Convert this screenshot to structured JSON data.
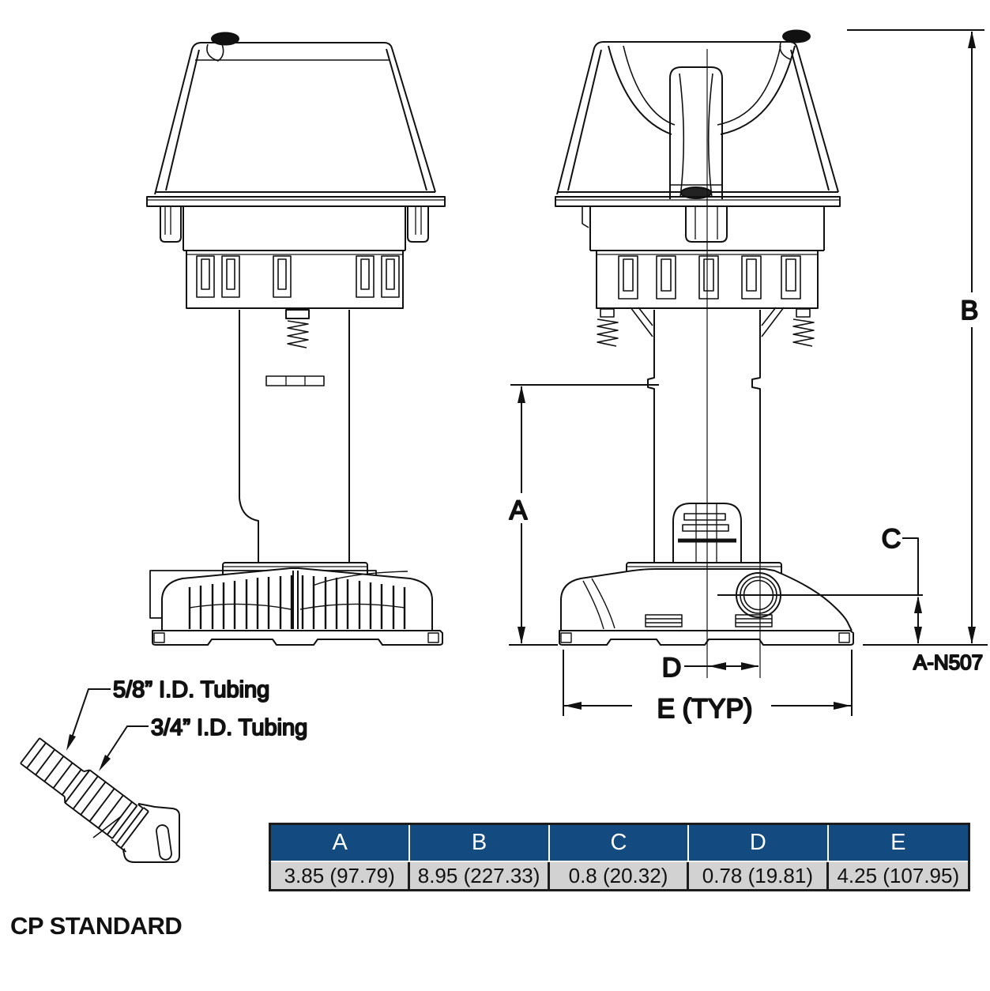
{
  "drawing": {
    "code": "A-N507",
    "title": "CP STANDARD",
    "dim_labels": {
      "a": "A",
      "b": "B",
      "c": "C",
      "d": "D",
      "e_typ": "E (TYP)"
    },
    "callouts": {
      "tubing_small": "5/8” I.D. Tubing",
      "tubing_large": "3/4” I.D. Tubing"
    }
  },
  "table": {
    "headers": [
      "A",
      "B",
      "C",
      "D",
      "E"
    ],
    "values": [
      "3.85 (97.79)",
      "8.95 (227.33)",
      "0.8 (20.32)",
      "0.78 (19.81)",
      "4.25 (107.95)"
    ],
    "colors": {
      "header_bg": "#134a80",
      "header_text": "#ffffff",
      "row_bg": "#d2d2d2",
      "row_text": "#111111",
      "line": "#111111"
    }
  }
}
